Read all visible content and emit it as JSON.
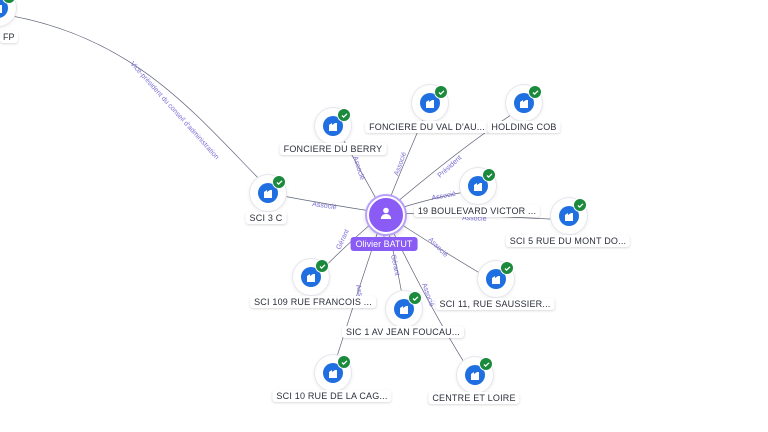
{
  "center": {
    "name": "Olivier BATUT"
  },
  "nodes": [
    {
      "id": "fp",
      "label": "FP"
    },
    {
      "id": "berry",
      "label": "FONCIERE DU BERRY"
    },
    {
      "id": "val",
      "label": "FONCIERE DU VAL D'AU..."
    },
    {
      "id": "holding",
      "label": "HOLDING COB"
    },
    {
      "id": "sci3c",
      "label": "SCI 3 C"
    },
    {
      "id": "boulevard",
      "label": "19 BOULEVARD VICTOR ..."
    },
    {
      "id": "mont",
      "label": "SCI 5 RUE DU MONT DO..."
    },
    {
      "id": "francois",
      "label": "SCI 109 RUE FRANCOIS ..."
    },
    {
      "id": "saussier",
      "label": "SCI 11, RUE SAUSSIER..."
    },
    {
      "id": "jean",
      "label": "SIC 1 AV JEAN FOUCAU..."
    },
    {
      "id": "cage",
      "label": "SCI 10 RUE DE LA CAG..."
    },
    {
      "id": "loire",
      "label": "CENTRE ET LOIRE"
    }
  ],
  "edges": [
    {
      "label": "Vice-président du conseil d'administration"
    },
    {
      "label": "Associé"
    },
    {
      "label": "Associé"
    },
    {
      "label": "Associé"
    },
    {
      "label": "Président"
    },
    {
      "label": "Associé"
    },
    {
      "label": "Associé"
    },
    {
      "label": "Gérant"
    },
    {
      "label": "Associé"
    },
    {
      "label": "Gérant"
    },
    {
      "label": "Associé"
    },
    {
      "label": "Associé"
    }
  ],
  "colors": {
    "person": "#8a5cf5",
    "company_icon": "#1f6fe0",
    "verified_badge": "#1b8a3c",
    "edge_label": "#7b6fd6"
  },
  "icons": {
    "company": "building-icon",
    "person": "user-icon",
    "verified": "check-icon"
  }
}
